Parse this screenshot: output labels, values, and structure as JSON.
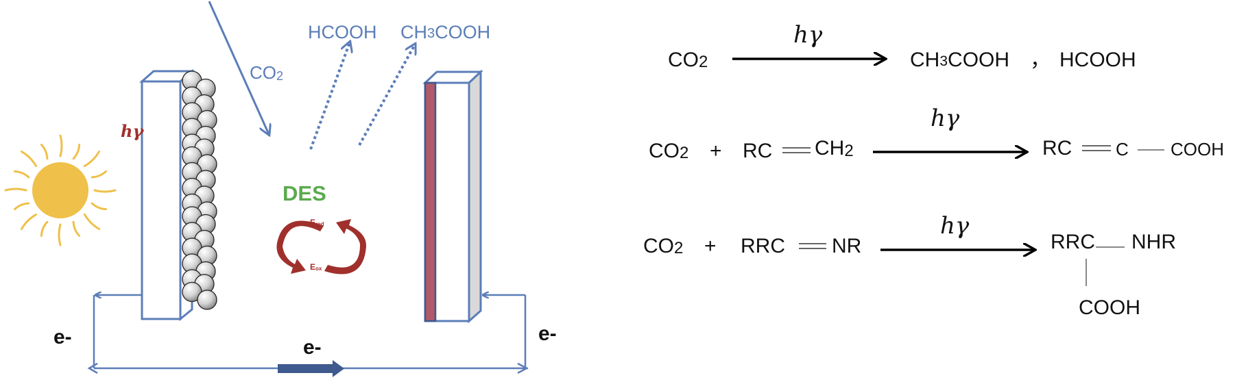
{
  "cell": {
    "co2_in": "CO",
    "co2_in_sub": "2",
    "product_1": "HCOOH",
    "product_2_pre": "CH",
    "product_2_sub": "3",
    "product_2_post": "COOH",
    "light_label": "hγ",
    "electrolyte": "DES",
    "e_red": "E",
    "e_red_sub": "red",
    "e_ox": "E",
    "e_ox_sub": "ox",
    "electron_left": "e-",
    "electron_bottom": "e-",
    "electron_right": "e-"
  },
  "colors": {
    "blue": "#5B7DB8",
    "green": "#5BAA4E",
    "dark_red": "#A0302C",
    "sun": "#EFC04A",
    "electrode_red": "#B05A6A"
  },
  "reactions": [
    {
      "r1": "CO",
      "r1_sub": "2",
      "light": "hγ",
      "p1_pre": "CH",
      "p1_sub": "3",
      "p1_post": "COOH",
      "sep": "，",
      "p2": "HCOOH"
    },
    {
      "r1": "CO",
      "r1_sub": "2",
      "plus": "+",
      "r2_a": "RC",
      "r2_b": "CH",
      "r2_b_sub": "2",
      "light": "hγ",
      "p_a": "RC",
      "p_b": "C",
      "p_c": "COOH"
    },
    {
      "r1": "CO",
      "r1_sub": "2",
      "plus": "+",
      "r2_a": "RRC",
      "r2_b": "NR",
      "light": "hγ",
      "p_a": "RRC",
      "p_b": "NHR",
      "p_c": "COOH"
    }
  ]
}
